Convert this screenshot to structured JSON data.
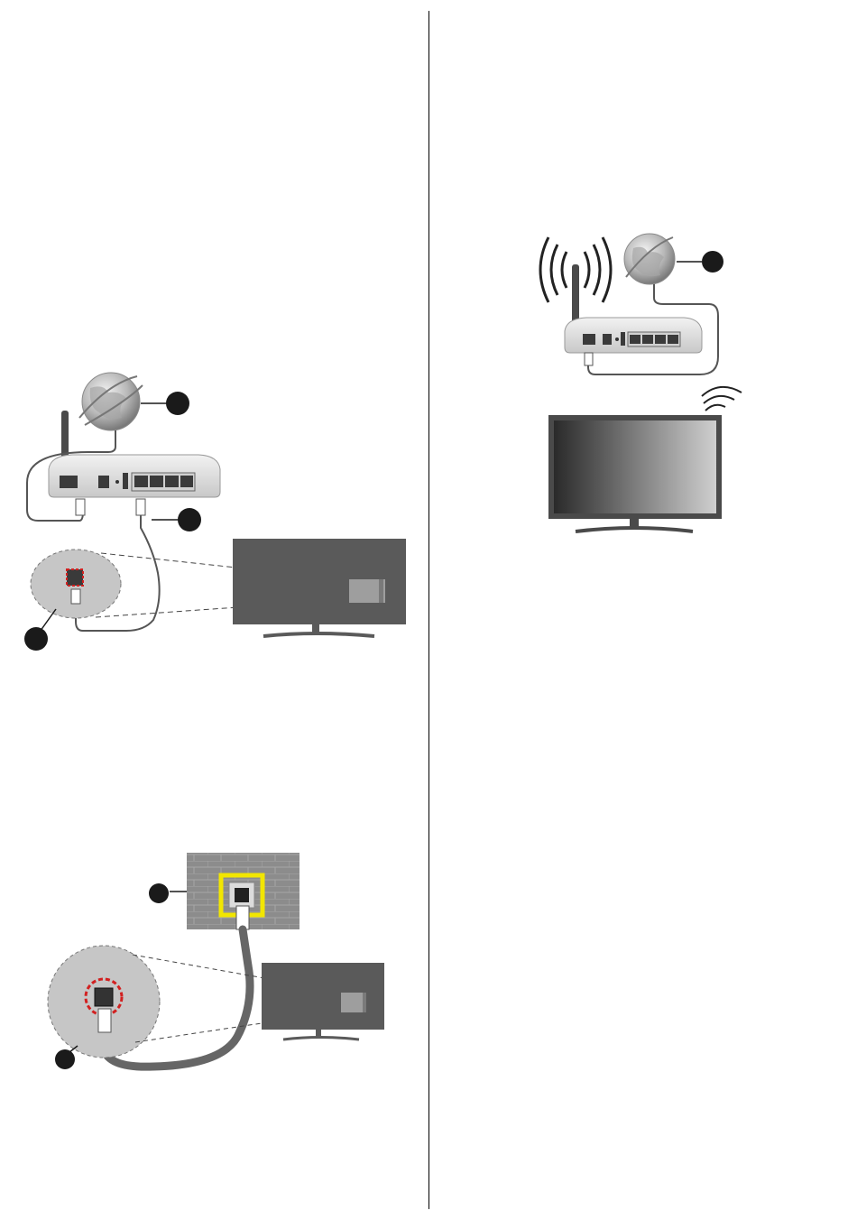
{
  "page": {
    "background": "#ffffff",
    "divider_color": "#000000"
  },
  "diagrams": {
    "wired_router": {
      "callouts": 3,
      "icons": [
        "globe-icon",
        "router-icon",
        "tv-icon",
        "ethernet-port-icon",
        "ethernet-plug-icon"
      ],
      "colors": {
        "port_highlight": "#d22020",
        "tv_panel": "#5a5a5a",
        "cable": "#555555"
      }
    },
    "wall_socket": {
      "callouts": 2,
      "icons": [
        "wall-socket-icon",
        "ethernet-plug-icon",
        "tv-icon"
      ],
      "colors": {
        "socket_highlight": "#f2e600",
        "port_highlight": "#d22020",
        "brick_wall": "#8a8a8a",
        "cable": "#666666"
      }
    },
    "wireless": {
      "callouts": 1,
      "icons": [
        "wifi-signal-icon",
        "globe-icon",
        "router-icon",
        "tv-icon"
      ],
      "colors": {
        "tv_screen_dark": "#2a2a2a",
        "tv_screen_light": "#cfcfcf"
      }
    }
  }
}
